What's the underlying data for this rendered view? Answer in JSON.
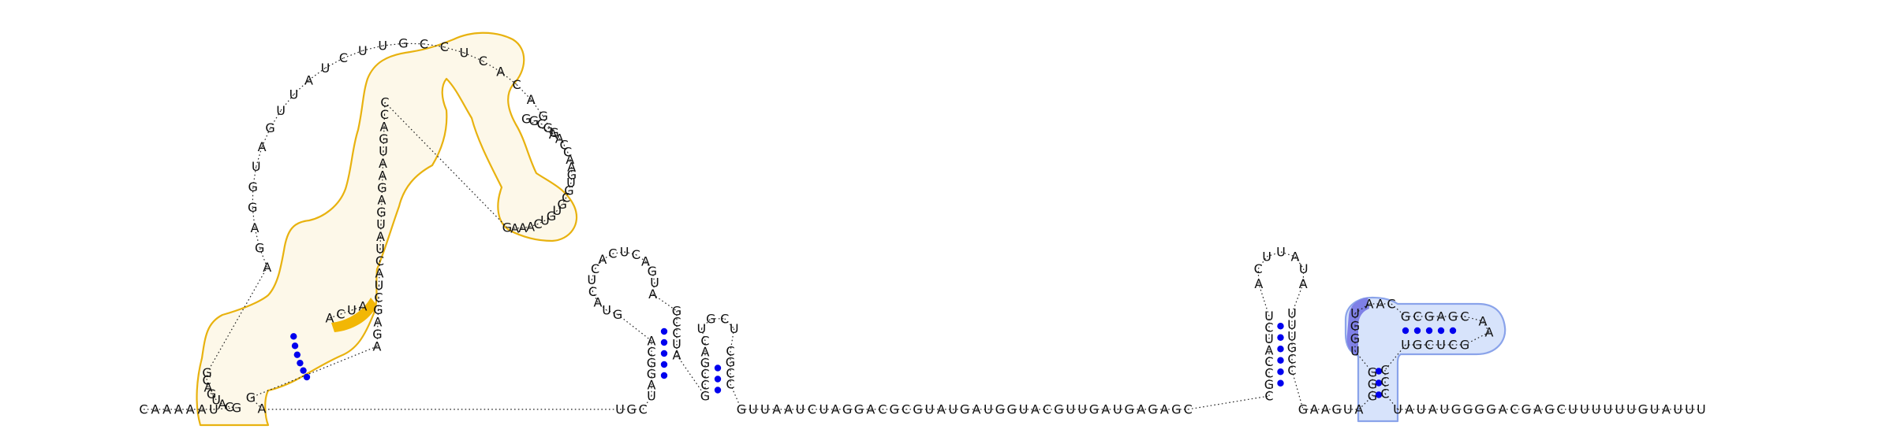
{
  "colors": {
    "base_pair_dot": "#0000ee",
    "highlight_gold_outline": "#e8b20f",
    "highlight_gold_fill": "#fdf8e9",
    "highlight_gold_strong": "#f2b705",
    "highlight_blue_fill": "#d7e3fb",
    "highlight_blue_outline": "#8aa3ea",
    "highlight_blue_strong": "#7f80e6",
    "backbone": "#222222"
  },
  "sequence_5p": "CAAAAAU",
  "helix1": {
    "left_up": "GCAUGACG",
    "hairpin": "AGAGGUAGUUAUCUUGCCUCACAGA",
    "right_down_a": "GGCGGACCAAGUGCGUGUCAAAG",
    "right_down_b": "CCAGUAAGAGUAUCAUCGAGA",
    "gold_segment": "ACUA"
  },
  "loop_left_hairpin": {
    "stem_5p": "UAGGCA",
    "loop": "GUACUCACUCAGUA",
    "stem_3p": "GCCUA"
  },
  "loop_small_hairpin": {
    "stem_5p": "GCCGAC",
    "loop": "UGCU",
    "stem_3p": "CGCC"
  },
  "linker_after_small": "GUUAAUCUAGGACGCGUAUGAUGGUACGUUGAUGAGAGC",
  "hairpin_tall": {
    "stem_5p": "CGCCAUCU",
    "loop": "ACUUAUA",
    "stem_3p": "UUUGCC"
  },
  "linker_before_blue": "GAAGUA",
  "blue_structure": {
    "stem_5p": "GGG",
    "loop_a": "UGGU",
    "loop_b": "AAC",
    "arm_top": "GCGAGC",
    "arm_tip": "AA",
    "arm_bottom": "GCUCGU",
    "stem_3p": "CCC"
  },
  "sequence_3p": "UAUAUGGGGACGAGCUUUUUUGUAUUU"
}
